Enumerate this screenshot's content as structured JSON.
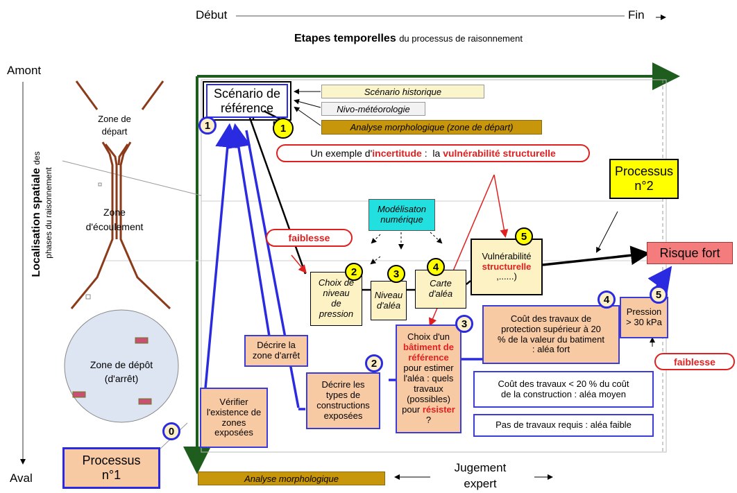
{
  "header": {
    "debut": "Début",
    "fin": "Fin",
    "title_bold": "Etapes  temporelles",
    "title_rest": "du processus de raisonnement"
  },
  "axis_left": {
    "amont": "Amont",
    "aval": "Aval",
    "title_bold": "Localisation spatiale",
    "title_des": "des",
    "title_rest": "phases du raisonnement"
  },
  "zones": {
    "depart": [
      "Zone de",
      "départ"
    ],
    "ecoulement": [
      "Zone",
      "d'écoulement"
    ],
    "depot": [
      "Zone de dépôt",
      "(d'arrêt)"
    ]
  },
  "scenario": {
    "box": [
      "Scénario de",
      "référence"
    ],
    "historique": "Scénario historique",
    "nivo": "Nivo-météorologie",
    "morpho_depart": "Analyse morphologique (zone de départ)"
  },
  "incertitude": {
    "prefix": "Un exemple d'",
    "word": "incertitude",
    "middle": " :  la ",
    "end": "vulnérabilité structurelle"
  },
  "processus2": [
    "Processus",
    "n°2"
  ],
  "processus1": [
    "Processus",
    "n°1"
  ],
  "modelisation": [
    "Modélisaton",
    "numérique"
  ],
  "faiblesse": "faiblesse",
  "chain": {
    "choix": [
      "Choix de",
      "niveau",
      "de",
      "pression"
    ],
    "niveau": [
      "Niveau",
      "d'aléa"
    ],
    "carte": [
      "Carte",
      "d'aléa"
    ],
    "vuln_line1": "Vulnérabilité",
    "vuln_red": "structurelle",
    "vuln_line3": ",......)"
  },
  "risque_fort": "Risque fort",
  "steps": {
    "decrire_zone": [
      "Décrire la",
      "zone d'arrêt"
    ],
    "verifier": [
      "Vérifier",
      "l'existence de",
      "zones",
      "exposées"
    ],
    "decrire_types": [
      "Décrire les",
      "types de",
      "constructions",
      "exposées"
    ],
    "batiment_a": "Choix d'un",
    "batiment_red": [
      "bâtiment de",
      "référence"
    ],
    "batiment_b": [
      "pour estimer",
      "l'aléa : quels",
      "travaux",
      "(possibles)",
      "pour"
    ],
    "batiment_resister": "résister",
    "batiment_q": "?",
    "cout_sup": [
      "Coût des travaux de",
      "protection supérieur à 20",
      "% de la valeur du batiment",
      ": aléa fort"
    ],
    "pression": [
      "Pression",
      "> 30 kPa"
    ],
    "cout_inf": [
      "Coût des travaux < 20 % du coût",
      "de la construction : aléa moyen"
    ],
    "pas_travaux": "Pas de travaux requis : aléa faible"
  },
  "bottom": {
    "morpho": "Analyse morphologique",
    "jugement": [
      "Jugement",
      "expert"
    ]
  },
  "numbers": {
    "n0": "0",
    "n1": "1",
    "n2": "2",
    "n3": "3",
    "n4": "4",
    "n5": "5"
  }
}
